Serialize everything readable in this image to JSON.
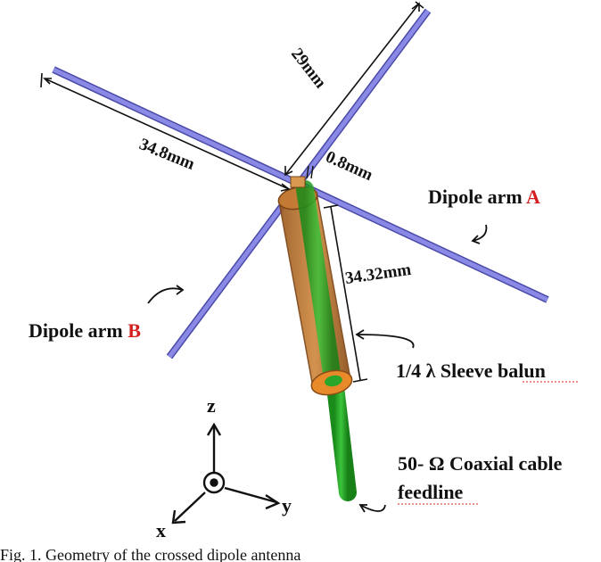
{
  "dimensions": {
    "arm_a_half_length": "29mm",
    "arm_b_half_length": "34.8mm",
    "gap": "0.8mm",
    "balun_length": "34.32mm"
  },
  "labels": {
    "dipole_arm_a_text": "Dipole arm ",
    "dipole_arm_a_letter": "A",
    "dipole_arm_b_text": "Dipole arm ",
    "dipole_arm_b_letter": "B",
    "balun": "1/4 λ Sleeve balun",
    "feed_line1": "50- Ω Coaxial cable",
    "feed_line2": "feedline"
  },
  "axes": {
    "z": "z",
    "y": "y",
    "x": "x"
  },
  "caption": "Fig. 1. Geometry of the crossed dipole antenna",
  "colors": {
    "dipole_arm": "#8a8ae6",
    "dipole_edge": "#4a4aa8",
    "sleeve": "#c8782e",
    "sleeve_cap": "#e88a2a",
    "coax": "#2aa62a",
    "accent": "#d42020"
  }
}
